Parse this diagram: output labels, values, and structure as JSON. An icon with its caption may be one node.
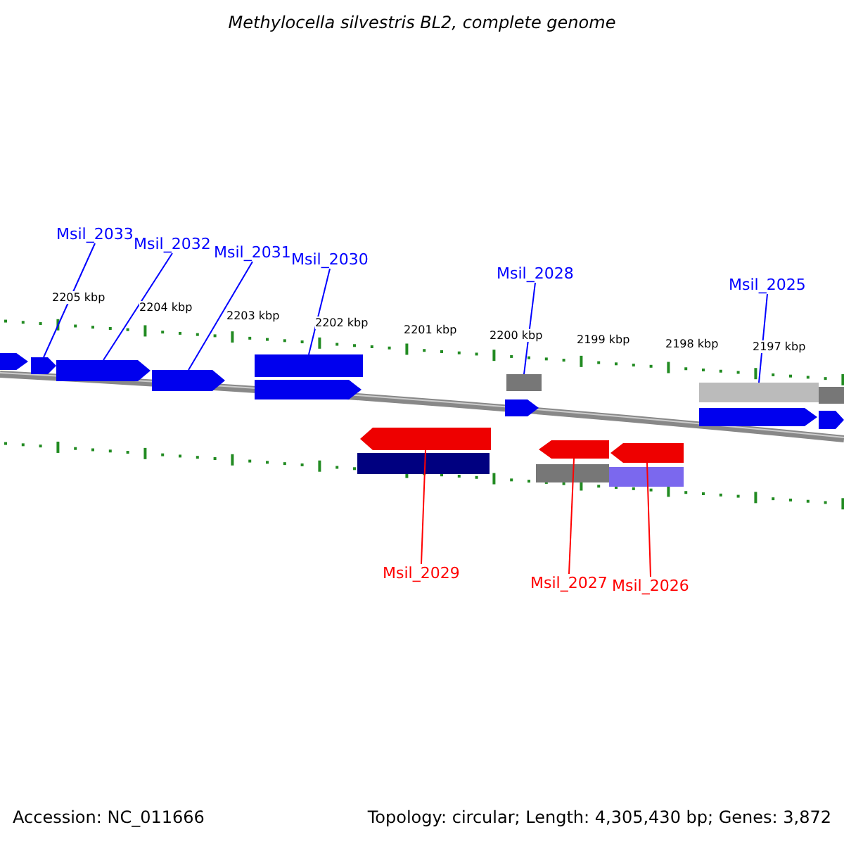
{
  "diagram": {
    "title": "Methylocella silvestris BL2, complete genome",
    "nodes": [
      {
        "text": [
          "Msil_2033"
        ]
      },
      {
        "text": [],
        "shape": "bar"
      },
      {
        "text": [
          "Msil_2032"
        ]
      },
      {
        "text": [],
        "shape": "bar"
      },
      {
        "text": [
          "Msil_2031"
        ]
      },
      {
        "text": [],
        "shape": "bar"
      },
      {
        "text": [
          "Msil_2030"
        ]
      },
      {
        "text": [],
        "shape": "bar"
      },
      {
        "text": [
          "Msil_2028"
        ]
      },
      {
        "text": [],
        "shape": "bar"
      },
      {
        "text": [
          "Msil_2025"
        ]
      },
      {
        "text": [],
        "shape": "bar"
      },
      {
        "text": [
          "Msil_2029"
        ]
      },
      {
        "text": [],
        "shape": "bar"
      },
      {
        "text": [
          "Msil_2027"
        ]
      },
      {
        "text": [],
        "shape": "bar"
      },
      {
        "text": [
          "Msil_2026"
        ]
      },
      {
        "text": [],
        "shape": "bar"
      },
      {
        "text": [],
        "shape": "bar"
      },
      {
        "text": [],
        "shape": "bar"
      },
      {
        "text": [],
        "shape": "bar"
      },
      {
        "text": [],
        "shape": "bar"
      },
      {
        "text": [],
        "shape": "bar"
      },
      {
        "text": [],
        "shape": "bar"
      },
      {
        "text": [],
        "shape": "bar"
      },
      {
        "text": [],
        "shape": "bar"
      },
      {
        "text": [],
        "shape": "bar"
      }
    ],
    "edges": [
      {
        "from": 0,
        "to": 1,
        "arrow": "none"
      },
      {
        "from": 2,
        "to": 3,
        "arrow": "none"
      },
      {
        "from": 4,
        "to": 5,
        "arrow": "none"
      },
      {
        "from": 6,
        "to": 7,
        "arrow": "none"
      },
      {
        "from": 8,
        "to": 9,
        "arrow": "none"
      },
      {
        "from": 10,
        "to": 11,
        "arrow": "none"
      },
      {
        "from": 12,
        "to": 13,
        "arrow": "none",
        "color": "#ff0000"
      },
      {
        "from": 14,
        "to": 15,
        "arrow": "none",
        "color": "#ff0000"
      },
      {
        "from": 16,
        "to": 17,
        "arrow": "none",
        "color": "#ff0000"
      }
    ],
    "labels": [
      "2205 kbp",
      "2204 kbp",
      "2203 kbp",
      "2202 kbp",
      "2201 kbp",
      "2200 kbp",
      "2199 kbp",
      "2198 kbp",
      "2197 kbp",
      "Accession: NC_011666",
      "Topology: circular; Length: 4,305,430 bp; Genes: 3,872"
    ]
  }
}
